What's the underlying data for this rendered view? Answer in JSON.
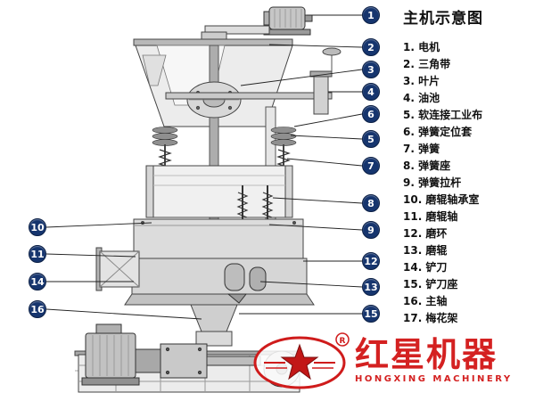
{
  "title": "主机示意图",
  "legend": [
    "1. 电机",
    "2. 三角带",
    "3. 叶片",
    "4. 油池",
    "5. 软连接工业布",
    "6. 弹簧定位套",
    "7. 弹簧",
    "8. 弹簧座",
    "9. 弹簧拉杆",
    "10. 磨辊轴承室",
    "11. 磨辊轴",
    "12. 磨环",
    "13. 磨辊",
    "14. 铲刀",
    "15. 铲刀座",
    "16. 主轴",
    "17. 梅花架"
  ],
  "callouts": {
    "c1": "1",
    "c2": "2",
    "c3": "3",
    "c4": "4",
    "c5": "5",
    "c6": "6",
    "c7": "7",
    "c8": "8",
    "c9": "9",
    "c10": "10",
    "c11": "11",
    "c12": "12",
    "c13": "13",
    "c14": "14",
    "c15": "15",
    "c16": "16"
  },
  "watermark": {
    "name_cn": "红星机器",
    "name_en": "HONGXING MACHINERY",
    "registered": "R"
  },
  "colors": {
    "callout_bg": "#16356e",
    "watermark_red": "#d42121",
    "diagram_stroke": "#444444"
  }
}
